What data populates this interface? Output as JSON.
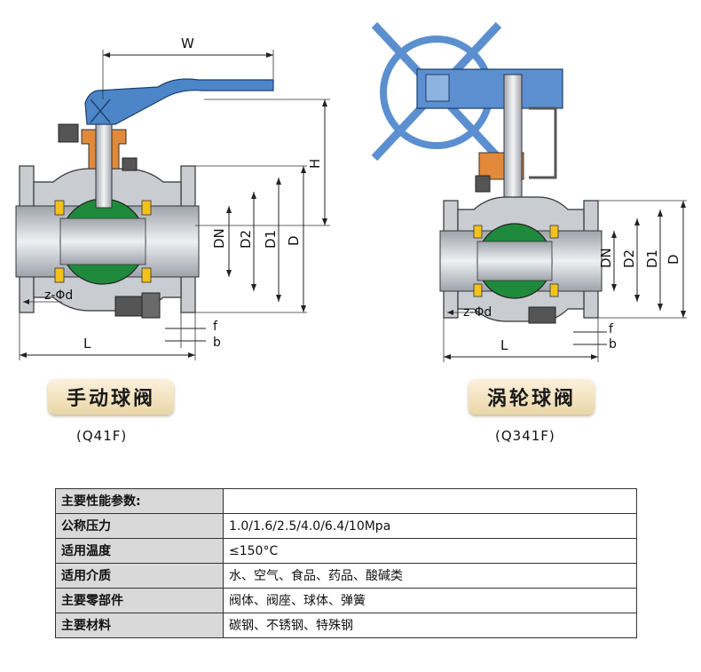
{
  "colors": {
    "body_gray": "#c9ccd1",
    "ball_green": "#1f8a3c",
    "handle_blue": "#4c86c9",
    "packing_orange": "#e2893a",
    "seat_yellow": "#f2c21b",
    "gear_blue": "#5b8fd0"
  },
  "manual_valve": {
    "labels": {
      "w": "W",
      "h": "H",
      "dn": "DN",
      "d2": "D2",
      "d1": "D1",
      "d": "D",
      "l": "L",
      "f": "f",
      "b": "b",
      "z_phi_d": "z-Φd"
    },
    "title": "手动球阀",
    "model": "(Q41F)"
  },
  "worm_valve": {
    "labels": {
      "dn": "DN",
      "d2": "D2",
      "d1": "D1",
      "d": "D",
      "l": "L",
      "f": "f",
      "b": "b",
      "z_phi_d": "z-Φd"
    },
    "title": "涡轮球阀",
    "model": "(Q341F)"
  },
  "params_table": {
    "header": "主要性能参数:",
    "rows": [
      {
        "key": "公称压力",
        "value": "1.0/1.6/2.5/4.0/6.4/10Mpa"
      },
      {
        "key": "适用温度",
        "value": "≤150°C"
      },
      {
        "key": "适用介质",
        "value": "水、空气、食品、药品、酸碱类"
      },
      {
        "key": "主要零部件",
        "value": "阀体、阀座、球体、弹簧"
      },
      {
        "key": "主要材料",
        "value": "碳钢、不锈钢、特殊钢"
      }
    ]
  }
}
